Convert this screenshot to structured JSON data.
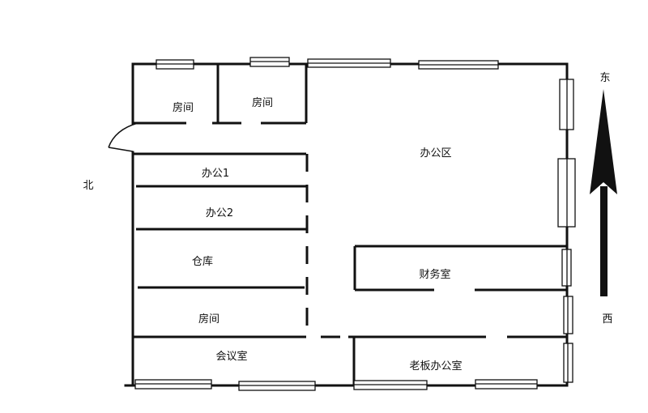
{
  "rooms": {
    "room_top_left": "房间",
    "room_top_middle": "房间",
    "office_area": "办公区",
    "office_1": "办公1",
    "office_2": "办公2",
    "warehouse": "仓库",
    "room_lower": "房间",
    "finance_room": "财务室",
    "meeting_room": "会议室",
    "boss_office": "老板办公室"
  },
  "compass": {
    "east": "东",
    "west": "西",
    "north": "北"
  }
}
